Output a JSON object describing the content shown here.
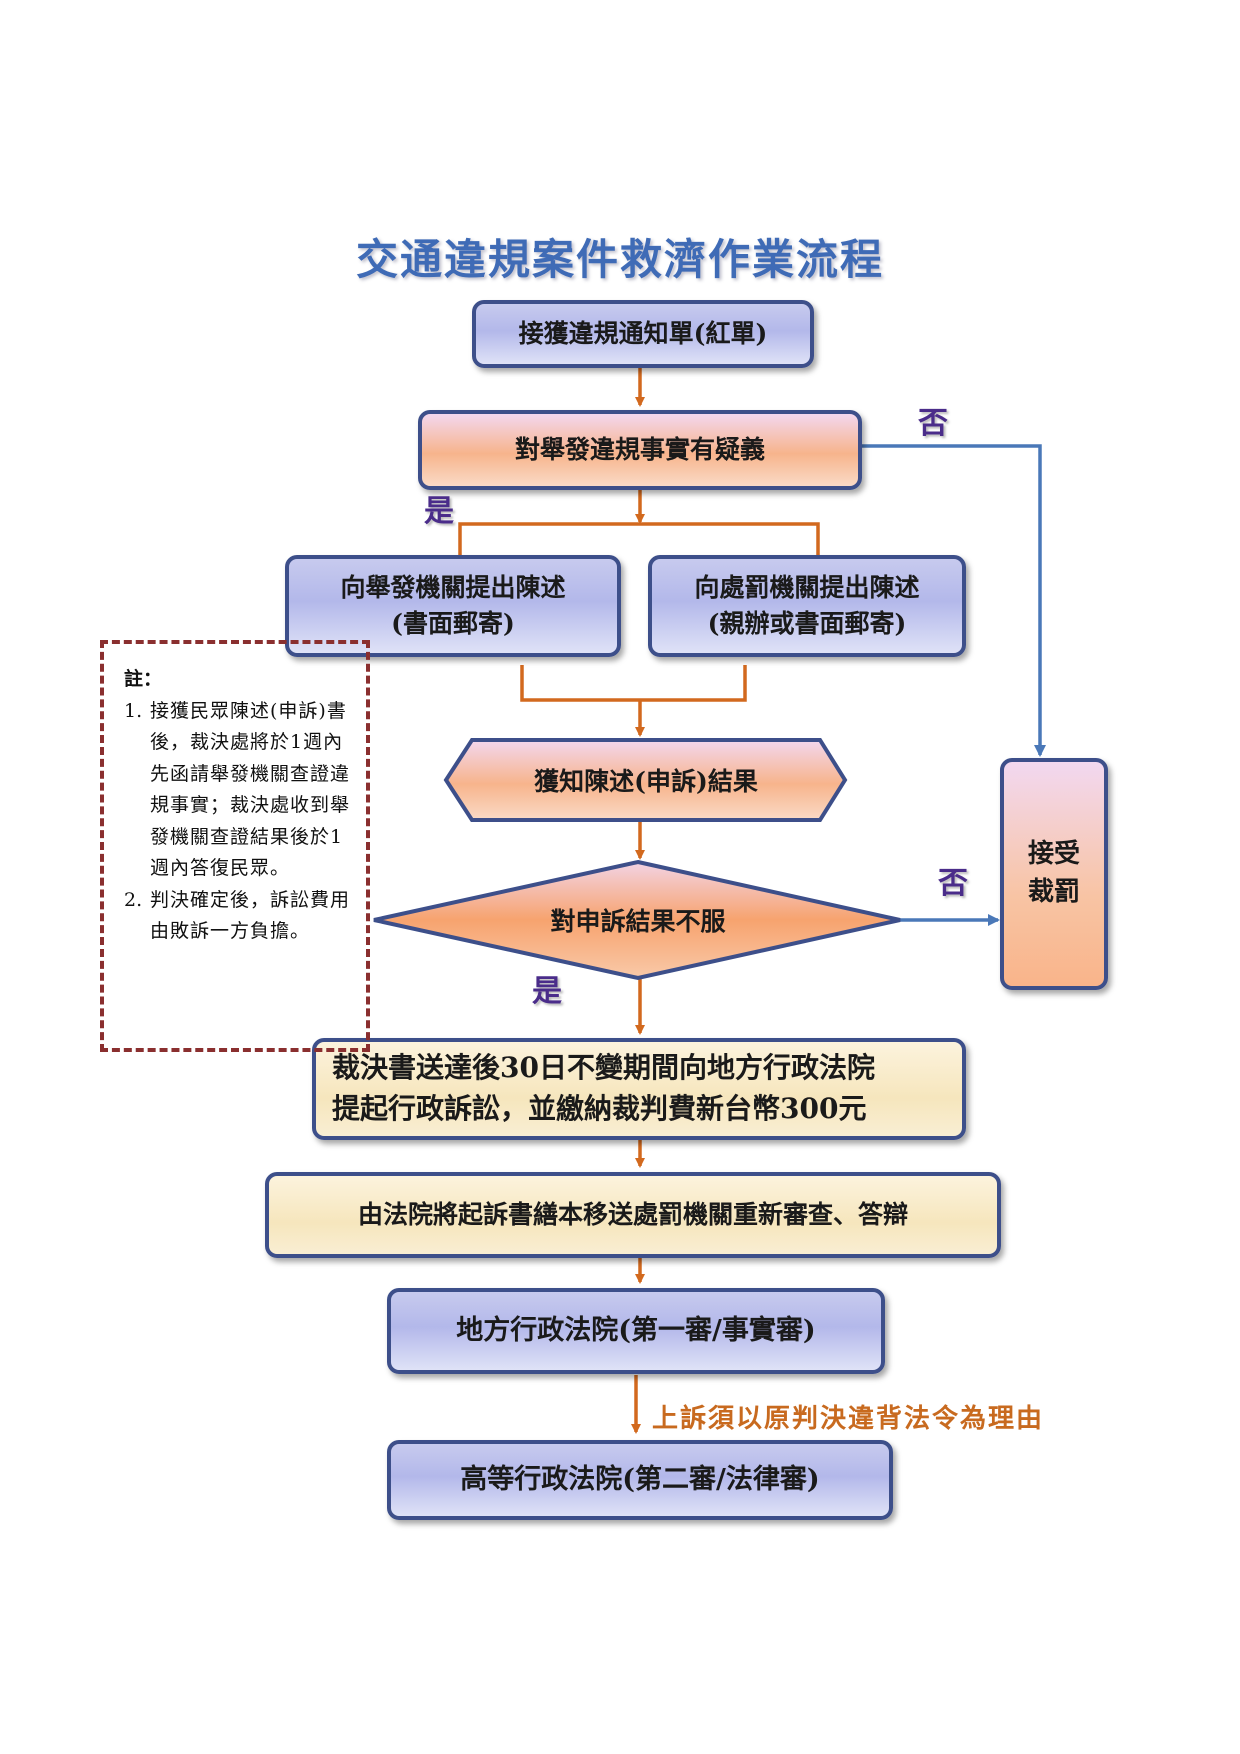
{
  "title": "交通違規案件救濟作業流程",
  "nodes": {
    "receive_ticket": "接獲違規通知單(紅單)",
    "doubt_facts": "對舉發違規事實有疑義",
    "to_reporting_agency": {
      "line1": "向舉發機關提出陳述",
      "line2": "(書面郵寄)"
    },
    "to_penalty_agency": {
      "line1": "向處罰機關提出陳述",
      "line2": "(親辦或書面郵寄)"
    },
    "learn_result": "獲知陳述(申訴)結果",
    "disagree_result": "對申訴結果不服",
    "accept_penalty": {
      "line1": "接受",
      "line2": "裁罰"
    },
    "file_lawsuit": {
      "line1": "裁決書送達後30日不變期間向地方行政法院",
      "line2": "提起行政訴訟，並繳納裁判費新台幣300元"
    },
    "court_review": "由法院將起訴書繕本移送處罰機關重新審查、答辯",
    "district_court": "地方行政法院(第一審/事實審)",
    "high_court": "高等行政法院(第二審/法律審)"
  },
  "edge_labels": {
    "no_1": "否",
    "yes_1": "是",
    "no_2": "否",
    "yes_2": "是",
    "appeal_condition": "上訴須以原判決違背法令為理由"
  },
  "note": {
    "title": "註：",
    "items": [
      {
        "num": "1.",
        "text": "接獲民眾陳述(申訴)書後，裁決處將於1週內先函請舉發機關查證違規事實；裁決處收到舉發機關查證結果後於1週內答復民眾。"
      },
      {
        "num": "2.",
        "text": "判決確定後，訴訟費用由敗訴一方負擔。"
      }
    ]
  },
  "colors": {
    "title": "#3f6bb6",
    "border": "#3d4f8a",
    "arrow_orange": "#d2691e",
    "arrow_blue": "#4a78b8",
    "label_purple": "#4a2c8a",
    "note_border": "#8a2f2f"
  }
}
